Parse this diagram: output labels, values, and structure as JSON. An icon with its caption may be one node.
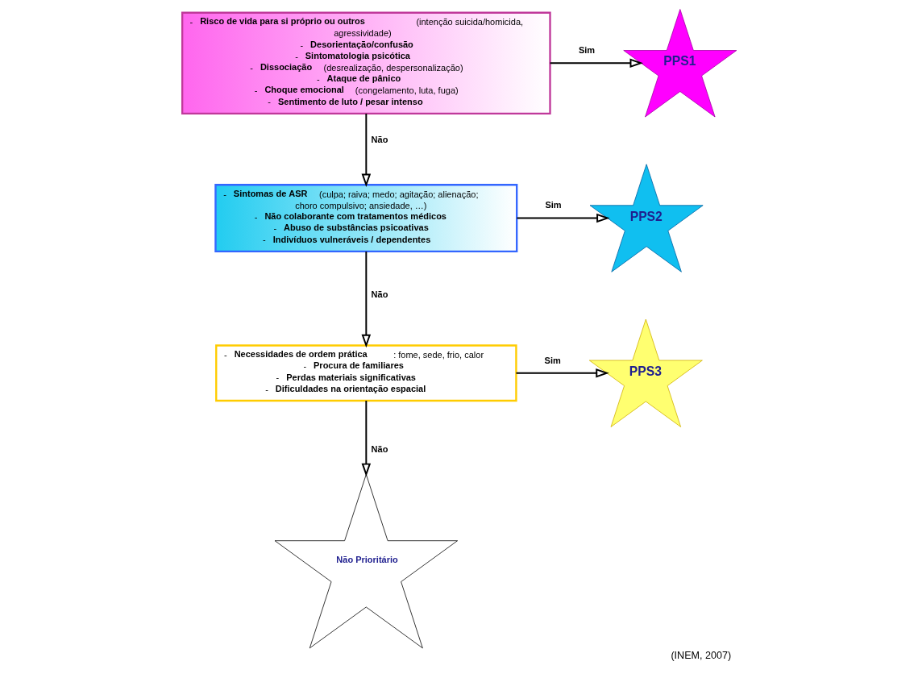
{
  "diagram": {
    "caption": "(INEM, 2007)",
    "nodes": [
      {
        "text": [
          "- **Risco de vida para si próprio ou outros** (intenção suicida/homicida, agressividade)",
          "- **Desorientação/confusão**",
          "- **Sintomatologia psicótica**",
          "- **Dissociação** (desrealização, despersonalização)",
          "- **Ataque de pânico**",
          "- **Choque emocional** (congelamento, luta, fuga)",
          "- **Sentimento de luto / pesar intenso**"
        ]
      },
      {
        "text": [
          "PPS1"
        ]
      },
      {
        "text": [
          "- **Sintomas de ASR** (culpa; raiva; medo; agitação; alienação; choro compulsivo; ansiedade, …)",
          "- **Não colaborante com tratamentos médicos**",
          "- **Abuso de substâncias psicoativas**",
          "- **Indivíduos vulneráveis / dependentes**"
        ]
      },
      {
        "text": [
          "PPS2"
        ]
      },
      {
        "text": [
          "- **Necessidades de ordem prática**: fome, sede, frio, calor",
          "- **Procura de familiares**",
          "- **Perdas materiais significativas**",
          "- **Dificuldades na orientação espacial**"
        ]
      },
      {
        "text": [
          "PPS3"
        ]
      },
      {
        "text": [
          "Não Prioritário"
        ]
      }
    ],
    "edges": [
      {
        "from": 0,
        "to": 1,
        "arrow": "to",
        "label": "Sim"
      },
      {
        "from": 0,
        "to": 2,
        "arrow": "to",
        "label": "Não"
      },
      {
        "from": 2,
        "to": 3,
        "arrow": "to",
        "label": "Sim"
      },
      {
        "from": 2,
        "to": 4,
        "arrow": "to",
        "label": "Não"
      },
      {
        "from": 4,
        "to": 5,
        "arrow": "to",
        "label": "Sim"
      },
      {
        "from": 4,
        "to": 6,
        "arrow": "to",
        "label": "Não"
      }
    ]
  }
}
